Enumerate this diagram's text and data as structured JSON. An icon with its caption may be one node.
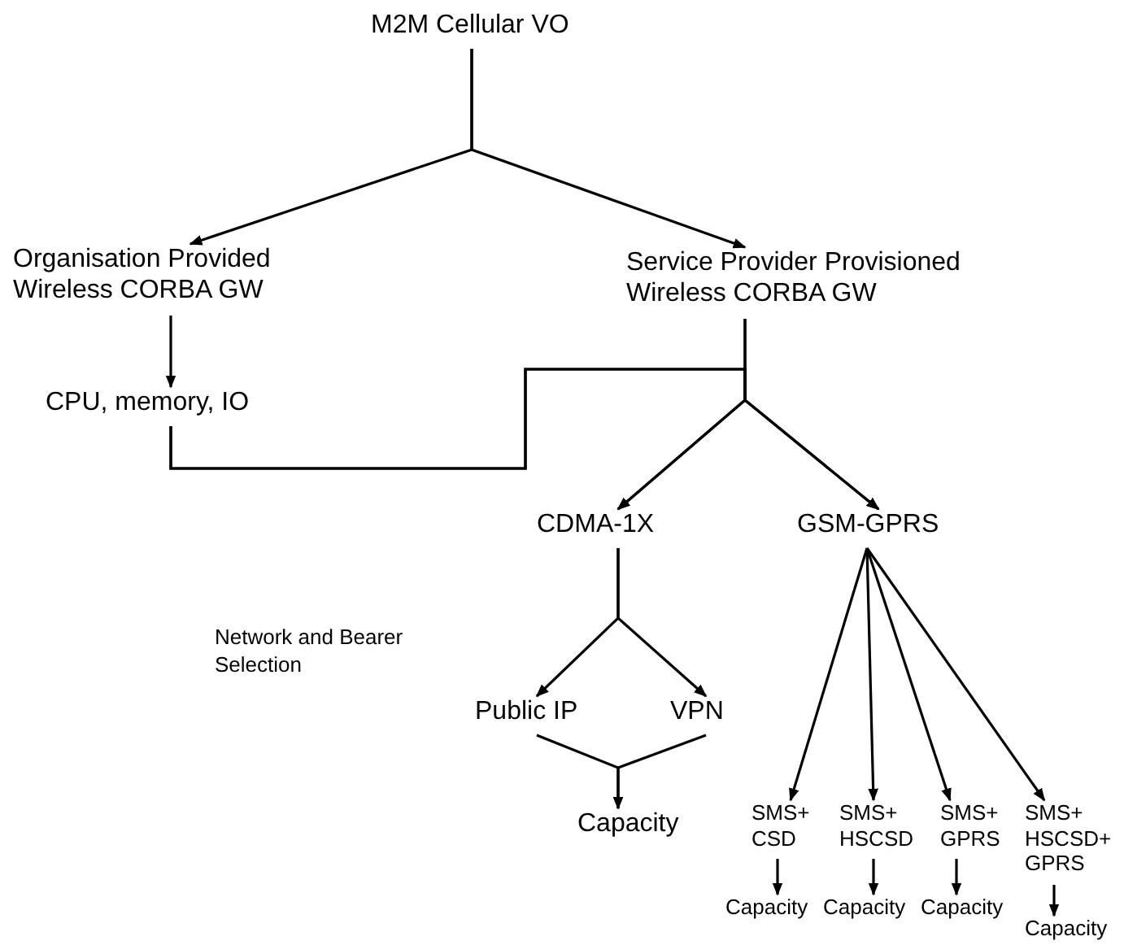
{
  "diagram": {
    "nodes": [
      {
        "text": [
          "M2M Cellular VO"
        ]
      },
      {
        "text": [
          "Organisation Provided Wireless CORBA GW"
        ]
      },
      {
        "text": [
          "Service Provider Provisioned Wireless CORBA GW"
        ]
      },
      {
        "text": [
          "CPU, memory, IO"
        ]
      },
      {
        "text": [
          "CDMA-1X"
        ]
      },
      {
        "text": [
          "GSM-GPRS"
        ]
      },
      {
        "text": [
          "Public IP"
        ]
      },
      {
        "text": [
          "VPN"
        ]
      },
      {
        "text": [
          "Capacity"
        ]
      },
      {
        "text": [
          "SMS+ CSD"
        ]
      },
      {
        "text": [
          "SMS+ HSCSD"
        ]
      },
      {
        "text": [
          "SMS+ GPRS"
        ]
      },
      {
        "text": [
          "SMS+ HSCSD+ GPRS"
        ]
      },
      {
        "text": [
          "Capacity"
        ]
      },
      {
        "text": [
          "Capacity"
        ]
      },
      {
        "text": [
          "Capacity"
        ]
      },
      {
        "text": [
          "Capacity"
        ]
      }
    ],
    "edges": [
      {
        "from": 0,
        "to": 1,
        "arrow": "to"
      },
      {
        "from": 0,
        "to": 2,
        "arrow": "to"
      },
      {
        "from": 1,
        "to": 3,
        "arrow": "to"
      },
      {
        "from": 2,
        "to": 4,
        "arrow": "to"
      },
      {
        "from": 2,
        "to": 5,
        "arrow": "to"
      },
      {
        "from": 3,
        "to": 4,
        "arrow": "to"
      },
      {
        "from": 3,
        "to": 5,
        "arrow": "to"
      },
      {
        "from": 4,
        "to": 6,
        "arrow": "to"
      },
      {
        "from": 4,
        "to": 7,
        "arrow": "to"
      },
      {
        "from": 6,
        "to": 8,
        "arrow": "to"
      },
      {
        "from": 7,
        "to": 8,
        "arrow": "to"
      },
      {
        "from": 5,
        "to": 9,
        "arrow": "to"
      },
      {
        "from": 5,
        "to": 10,
        "arrow": "to"
      },
      {
        "from": 5,
        "to": 11,
        "arrow": "to"
      },
      {
        "from": 5,
        "to": 12,
        "arrow": "to"
      },
      {
        "from": 9,
        "to": 13,
        "arrow": "to"
      },
      {
        "from": 10,
        "to": 14,
        "arrow": "to"
      },
      {
        "from": 11,
        "to": 15,
        "arrow": "to"
      },
      {
        "from": 12,
        "to": 16,
        "arrow": "to"
      }
    ],
    "labels": [
      "Network and Bearer Selection"
    ]
  }
}
